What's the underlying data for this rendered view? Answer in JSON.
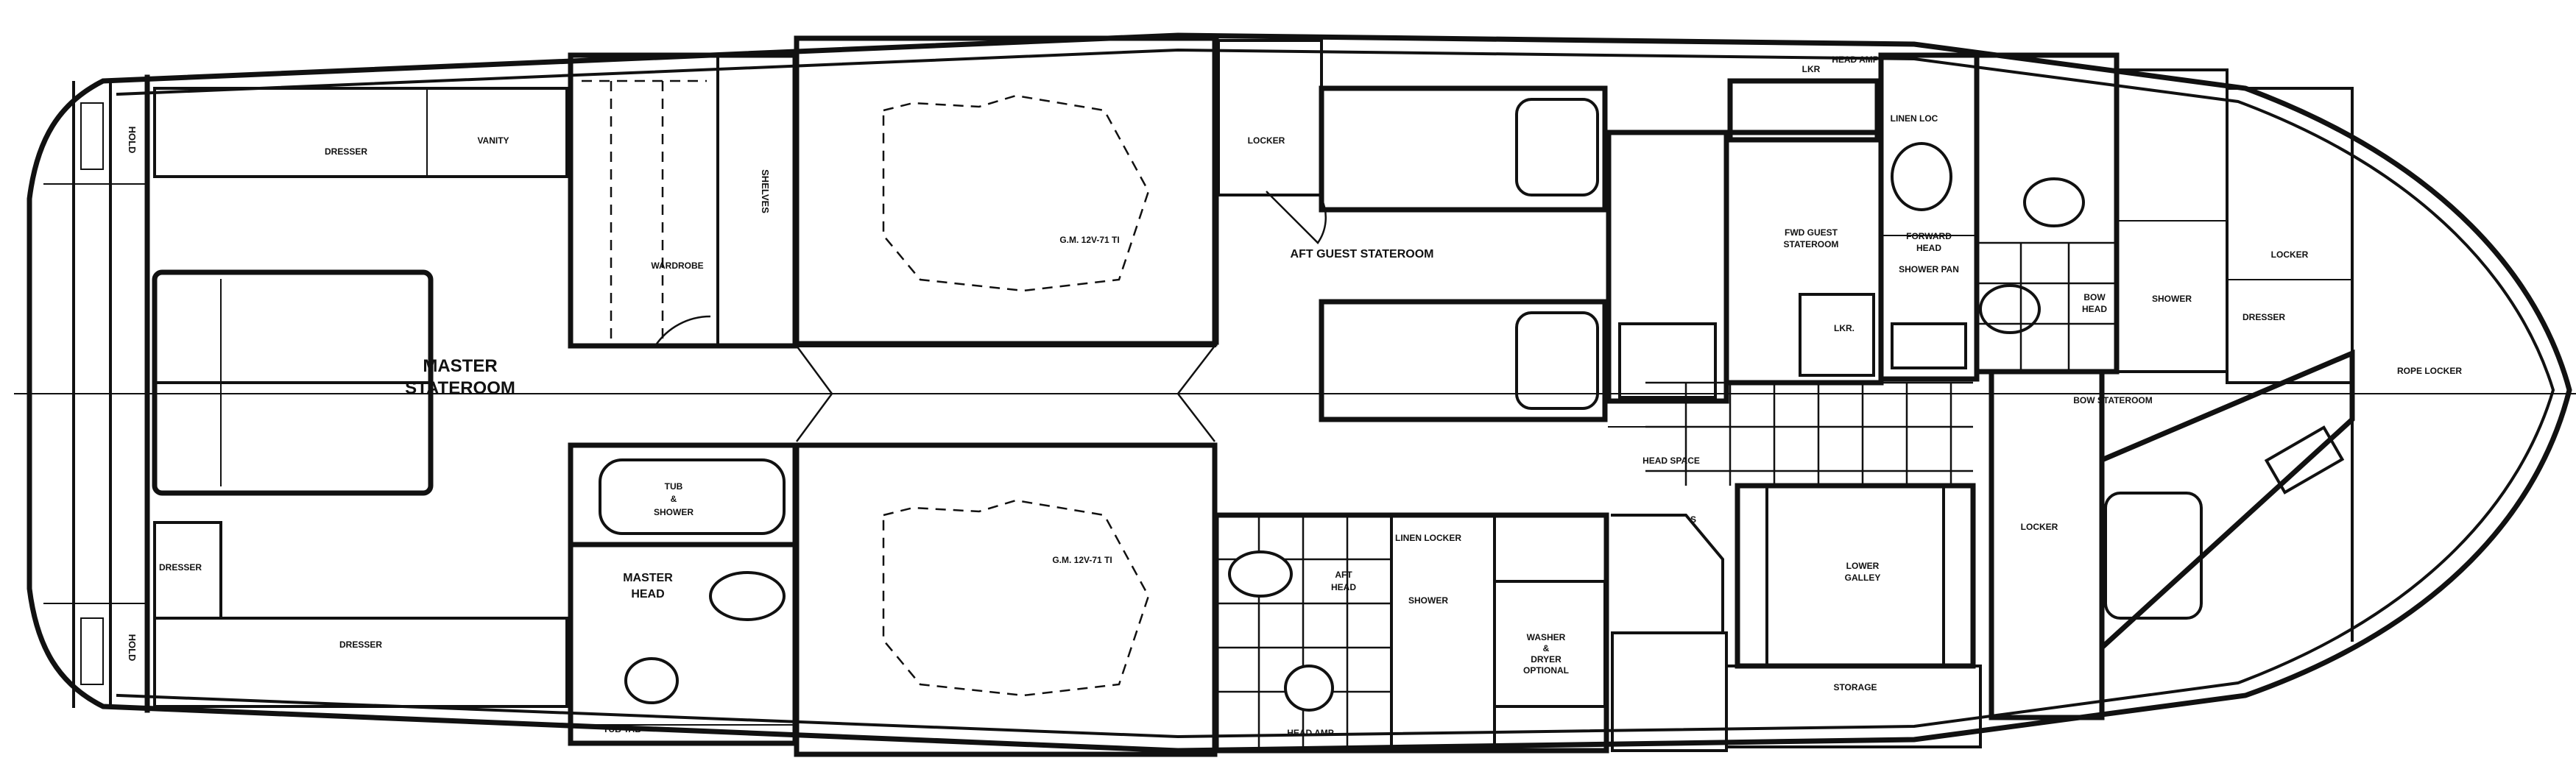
{
  "labels": {
    "master_stateroom_1": "MASTER",
    "master_stateroom_2": "STATEROOM",
    "dresser_top": "DRESSER",
    "vanity": "VANITY",
    "wardrobe": "WARDROBE",
    "shelves": "SHELVES",
    "dresser_left": "DRESSER",
    "dresser_bottom": "DRESSER",
    "tub_shower_1": "TUB",
    "tub_shower_2": "&",
    "tub_shower_3": "SHOWER",
    "master_head_1": "MASTER",
    "master_head_2": "HEAD",
    "engine_top": "G.M. 12V-71 TI",
    "engine_bottom": "G.M. 12V-71 TI",
    "locker_aft": "LOCKER",
    "aft_guest_stateroom": "AFT GUEST STATEROOM",
    "linen_locker": "LINEN LOCKER",
    "aft_head_1": "AFT",
    "aft_head_2": "HEAD",
    "shower_aft": "SHOWER",
    "washer_1": "WASHER",
    "washer_2": "&",
    "washer_3": "DRYER",
    "washer_4": "OPTIONAL",
    "fwd_guest_1": "FWD GUEST",
    "fwd_guest_2": "STATEROOM",
    "linen_loc": "LINEN LOC",
    "forward_head_1": "FORWARD",
    "forward_head_2": "HEAD",
    "shower_pan": "SHOWER PAN",
    "lkr": "LKR.",
    "bow_head_1": "BOW",
    "bow_head_2": "HEAD",
    "shower_fwd": "SHOWER",
    "locker_fwd": "LOCKER",
    "dresser_fwd": "DRESSER",
    "rope_locker": "ROPE LOCKER",
    "bow_stateroom": "BOW STATEROOM",
    "lower_galley_1": "LOWER",
    "lower_galley_2": "GALLEY",
    "storage": "STORAGE",
    "locker_lower": "LOCKER",
    "hold": "HOLD",
    "hold_lower": "HOLD",
    "step": "S",
    "door_label_top": "HEAD AMP",
    "door_label_bottom": "HEAD AMP",
    "head_label_bottom": "HEAD SPACE",
    "tub_ext": "TUB TAB",
    "misc_lkr": "LKR"
  }
}
